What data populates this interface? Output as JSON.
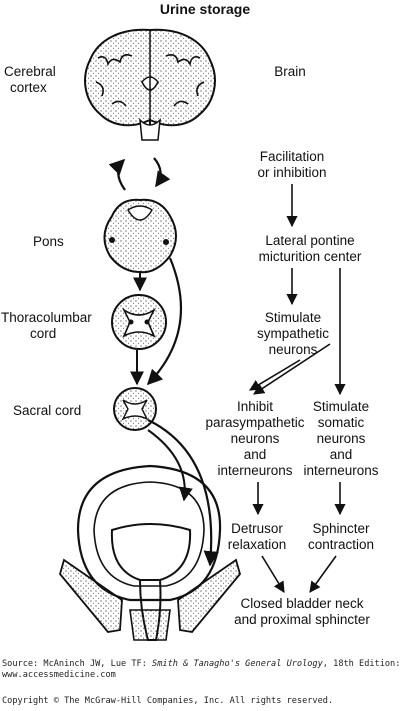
{
  "title": "Urine storage",
  "anatomy_labels": {
    "cerebral_cortex": [
      "Cerebral",
      "cortex"
    ],
    "pons": "Pons",
    "thoracolumbar": [
      "Thoracolumbar",
      "cord"
    ],
    "sacral": "Sacral cord"
  },
  "flow": {
    "brain": "Brain",
    "facilitation": [
      "Facilitation",
      "or inhibition"
    ],
    "pontine_center": [
      "Lateral pontine",
      "micturition center"
    ],
    "sympathetic": [
      "Stimulate",
      "sympathetic",
      "neurons"
    ],
    "inhibit_parasym": [
      "Inhibit",
      "parasympathetic",
      "neurons",
      "and",
      "interneurons"
    ],
    "stimulate_somatic": [
      "Stimulate",
      "somatic",
      "neurons",
      "and",
      "interneurons"
    ],
    "detrusor": [
      "Detrusor",
      "relaxation"
    ],
    "sphincter": [
      "Sphincter",
      "contraction"
    ],
    "closed": [
      "Closed bladder neck",
      "and proximal sphincter"
    ]
  },
  "footer": {
    "source_prefix": "Source: McAninch JW, Lue TF: ",
    "source_title": "Smith & Tanagho's General Urology",
    "source_suffix": ", 18th Edition:",
    "url": "www.accessmedicine.com",
    "copyright": "Copyright © The McGraw-Hill Companies, Inc. All rights reserved."
  }
}
